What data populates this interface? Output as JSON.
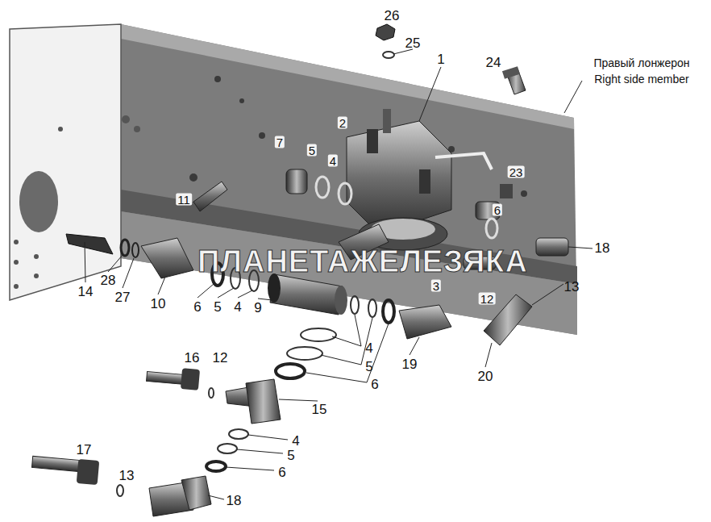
{
  "diagram": {
    "labels": [
      "26",
      "25",
      "1",
      "24",
      "Правый лонжерон",
      "Right side member",
      "14",
      "28",
      "27",
      "10",
      "6",
      "5",
      "4",
      "9",
      "4",
      "5",
      "6",
      "19",
      "20",
      "18",
      "13",
      "16",
      "12",
      "15",
      "4",
      "5",
      "6",
      "17",
      "13",
      "18",
      "ПЛАНЕТАЖЕЛЕЗЯКА",
      "2",
      "7",
      "5",
      "4",
      "11",
      "3",
      "12",
      "23",
      "6"
    ]
  }
}
